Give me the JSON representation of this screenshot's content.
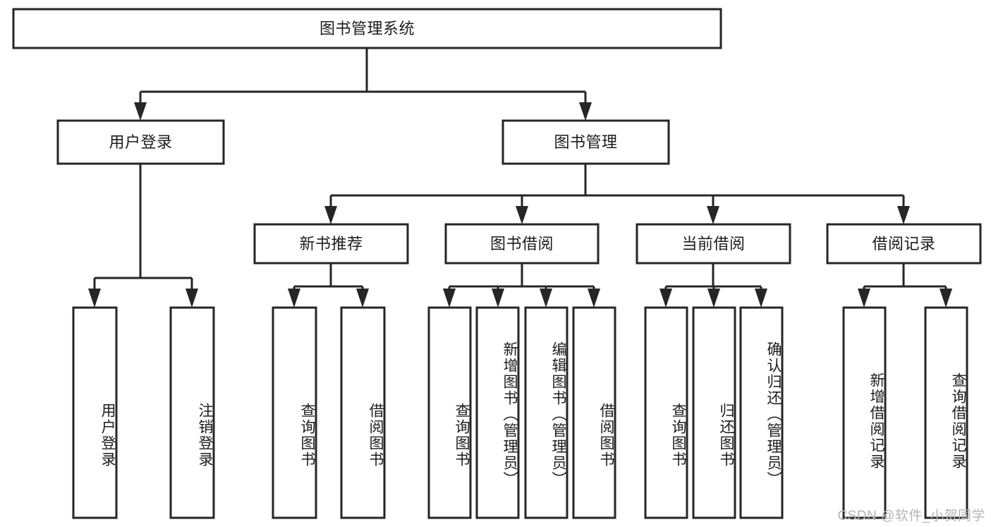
{
  "diagram": {
    "type": "tree-hierarchy-chart",
    "title": "图书管理系统",
    "colors": {
      "stroke": "#262626",
      "box_fill": "#ffffff",
      "text": "#1c1c1c",
      "background": "#ffffff",
      "watermark": "#b4b4b4"
    },
    "root": {
      "label": "图书管理系统"
    },
    "level2": [
      {
        "label": "用户登录"
      },
      {
        "label": "图书管理"
      }
    ],
    "level3": [
      {
        "label": "新书推荐"
      },
      {
        "label": "图书借阅"
      },
      {
        "label": "当前借阅"
      },
      {
        "label": "借阅记录"
      }
    ],
    "leaves": {
      "user_login": [
        {
          "label": "用户登录"
        },
        {
          "label": "注销登录"
        }
      ],
      "new_book_recommend": [
        {
          "label": "查询图书"
        },
        {
          "label": "借阅图书"
        }
      ],
      "book_borrow": [
        {
          "label": "查询图书"
        },
        {
          "label": "新增图书（管理员）"
        },
        {
          "label": "编辑图书（管理员）"
        },
        {
          "label": "借阅图书"
        }
      ],
      "current_borrow": [
        {
          "label": "查询图书"
        },
        {
          "label": "归还图书"
        },
        {
          "label": "确认归还（管理员）"
        }
      ],
      "borrow_record": [
        {
          "label": "新增借阅记录"
        },
        {
          "label": "查询借阅记录"
        }
      ]
    }
  },
  "watermark": {
    "text": "CSDN @软件_小贺同学"
  }
}
